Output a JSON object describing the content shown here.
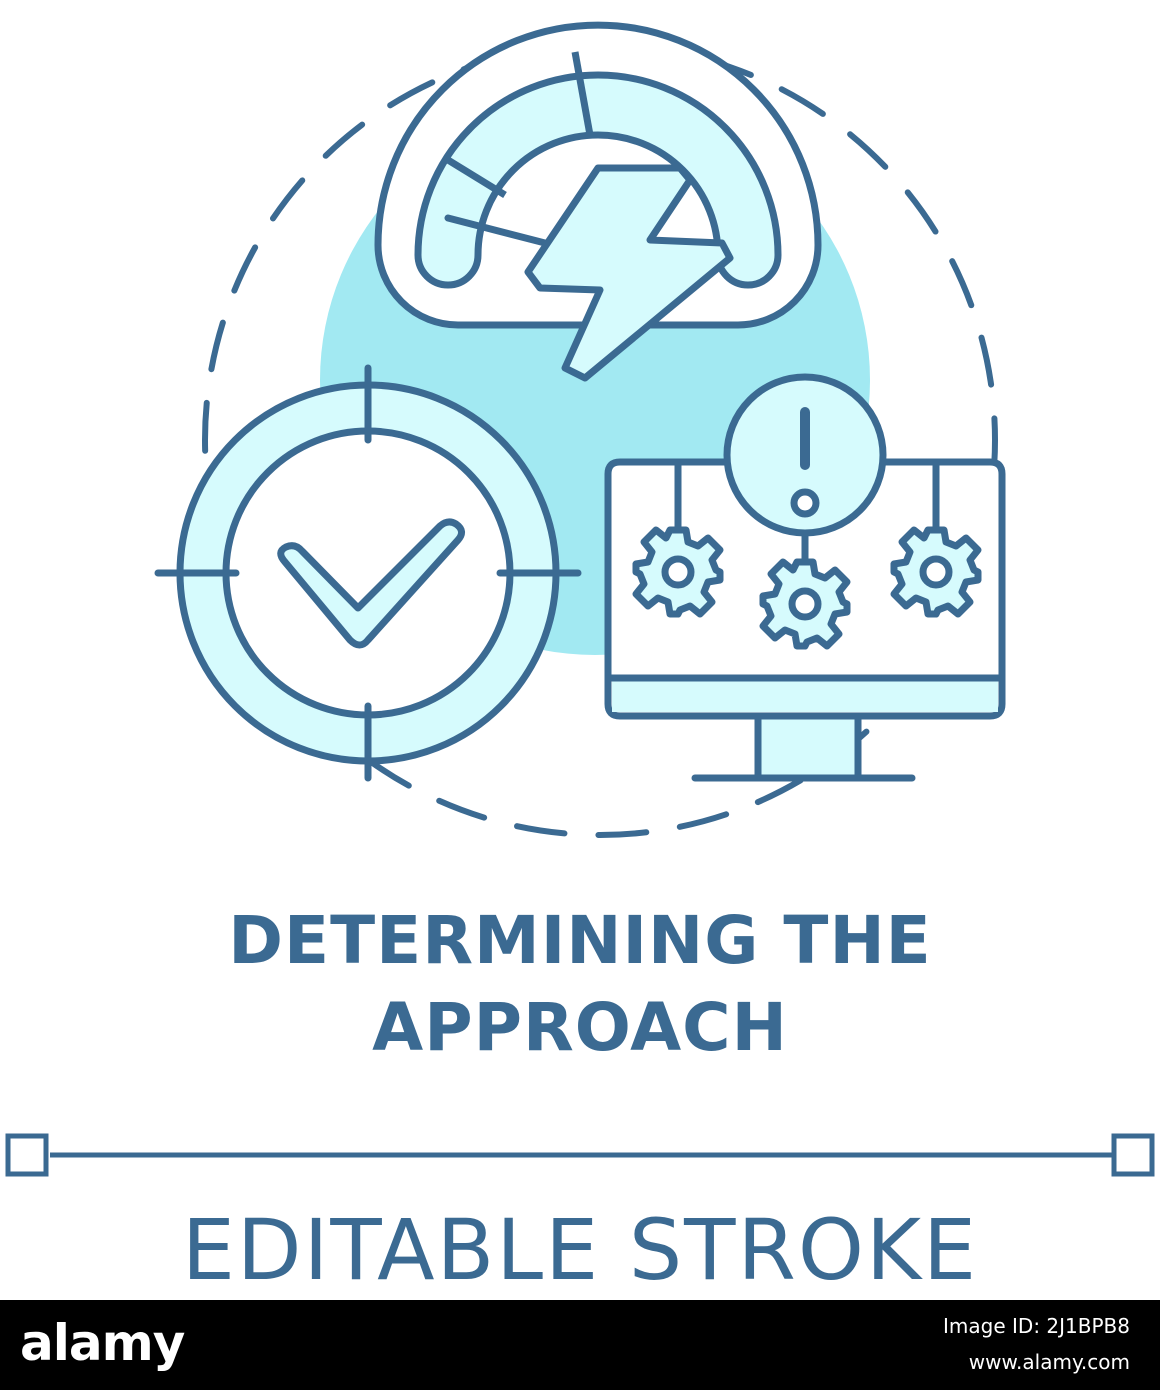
{
  "title": {
    "line1": "DETERMINING THE",
    "line2": "APPROACH"
  },
  "caption": "EDITABLE STROKE",
  "footer": {
    "brand": "alamy",
    "image_id": "Image ID: 2J1BPB8",
    "site": "www.alamy.com"
  },
  "icons": {
    "speedometer": "speedometer-lightning-icon",
    "target": "target-check-icon",
    "monitor": "monitor-gears-alert-icon"
  },
  "colors": {
    "stroke": "#3b6a92",
    "fill_light": "#d6fbfd",
    "fill_blob": "#a2e9f2",
    "background": "#ffffff"
  }
}
